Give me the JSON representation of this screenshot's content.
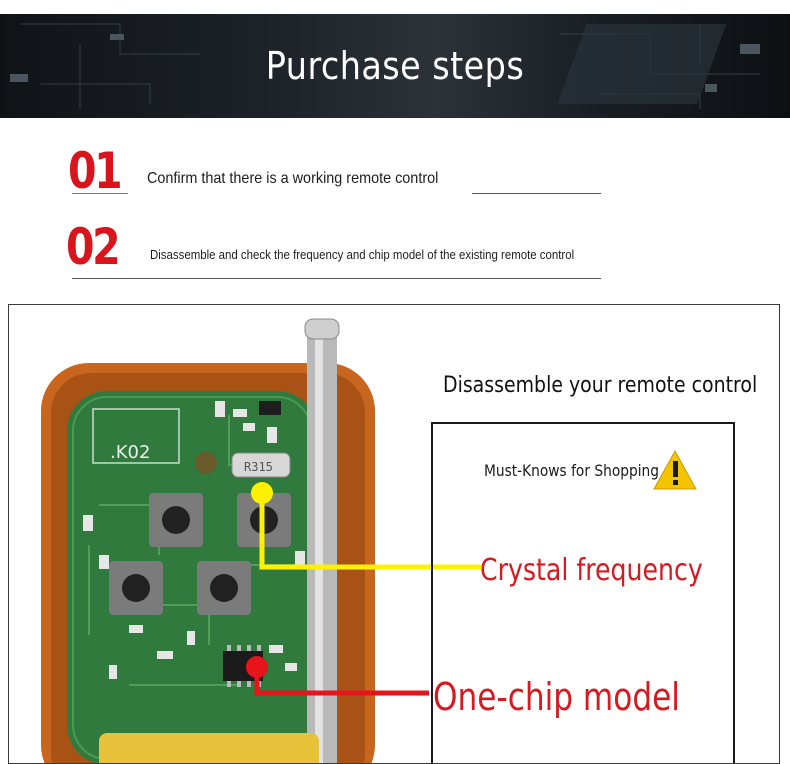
{
  "banner": {
    "title": "Purchase steps"
  },
  "steps": [
    {
      "number": "01",
      "text": "Confirm that there is a working remote control"
    },
    {
      "number": "02",
      "text": "Disassemble and check the frequency and chip model of the existing remote control"
    }
  ],
  "section": {
    "title": "Disassemble your remote control",
    "box_heading": "Must-Knows for Shopping",
    "board_label": ".K02",
    "crystal_marking": "R315",
    "callout_crystal": "Crystal frequency",
    "callout_chip": "One-chip model"
  },
  "colors": {
    "accent_red": "#d9141c",
    "pointer_yellow": "#fff000",
    "pcb_green": "#2f7a3c",
    "housing_orange": "#c8651e"
  },
  "icons": {
    "warning": "warning-icon"
  }
}
